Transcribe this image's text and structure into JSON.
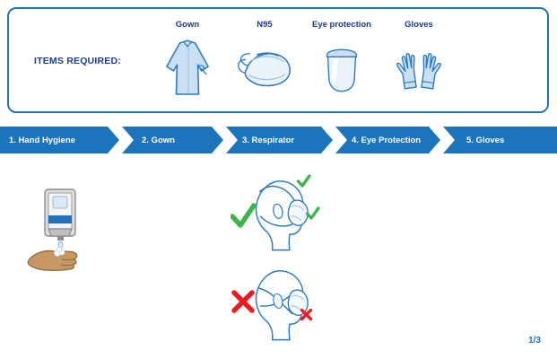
{
  "header": {
    "items_required_label": "ITEMS REQUIRED:",
    "items": [
      {
        "label": "Gown",
        "icon": "gown-icon"
      },
      {
        "label": "N95",
        "icon": "n95-respirator-icon"
      },
      {
        "label": "Eye protection",
        "icon": "face-shield-icon"
      },
      {
        "label": "Gloves",
        "icon": "gloves-icon"
      }
    ]
  },
  "steps": [
    {
      "label": "1. Hand Hygiene"
    },
    {
      "label": "2. Gown"
    },
    {
      "label": "3. Respirator"
    },
    {
      "label": "4. Eye Protection"
    },
    {
      "label": "5. Gloves"
    }
  ],
  "content": {
    "hand_hygiene_illustration": "hand-sanitizer-dispenser-with-hand",
    "respirator_correct": {
      "illustration": "head-profile-n95-straps-correct",
      "marks": [
        "check-large",
        "check-small-upper",
        "check-small-right"
      ]
    },
    "respirator_incorrect": {
      "illustration": "head-profile-n95-straps-crossed",
      "marks": [
        "cross-large",
        "cross-small-right"
      ]
    }
  },
  "footer": {
    "page_indicator": "1/3"
  },
  "colors": {
    "step_bar_blue": "#1C75BC",
    "outline_blue": "#2A7ABF",
    "navy_text": "#1B3C87",
    "icon_fill_blue": "#CBDFF2",
    "check_green": "#3DB54A",
    "cross_red": "#EC1C24"
  }
}
